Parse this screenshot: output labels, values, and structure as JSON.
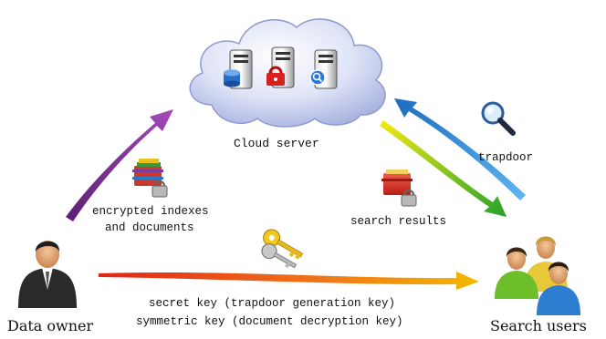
{
  "nodes": {
    "cloud_server": "Cloud server",
    "data_owner": "Data owner",
    "search_users": "Search users"
  },
  "edges": {
    "encrypted_indexes_line1": "encrypted indexes",
    "encrypted_indexes_line2": "and documents",
    "trapdoor": "trapdoor",
    "search_results": "search results",
    "keys_line1": "secret key (trapdoor generation key)",
    "keys_line2": "symmetric key (document decryption key)"
  },
  "icons": [
    "cloud-icon",
    "database-server-icon",
    "locked-server-icon",
    "search-server-icon",
    "encrypted-documents-icon",
    "magnifier-icon",
    "search-results-icon",
    "keys-icon",
    "data-owner-person-icon",
    "search-users-group-icon"
  ],
  "colors": {
    "owner_to_cloud_arrow": "#7a2a8a",
    "key_arrow_start": "#e0241a",
    "key_arrow_end": "#f5b800",
    "trapdoor_arrow": "#3a8fd8",
    "results_arrow_start": "#e8e000",
    "results_arrow_end": "#30a830"
  }
}
